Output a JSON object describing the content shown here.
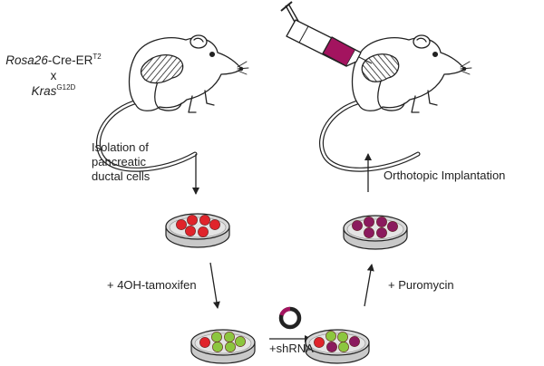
{
  "genotype": {
    "line1_italic": "Rosa26",
    "line1_rest": "-Cre-ER",
    "line1_sup": "T2",
    "line2": "x",
    "line3_italic": "Kras",
    "line3_sup": "G12D"
  },
  "steps": {
    "isolation": [
      "Isolation of",
      "pancreatic",
      "ductal cells"
    ],
    "tamoxifen": "+ 4OH-tamoxifen",
    "shrna": "+shRNA",
    "puromycin": "+ Puromycin",
    "implantation": "Orthotopic Implantation"
  },
  "colors": {
    "red_cell": "#e0242b",
    "green_cell": "#8cc63f",
    "purple_cell": "#8b1a5e",
    "syringe_plunger": "#a3145f",
    "dish_fill": "#d8d8d8",
    "outline": "#222222",
    "plasmid": "#222222",
    "plasmid_insert": "#a3145f"
  },
  "icons": [
    "mouse-icon",
    "pancreas-icon",
    "culture-dish-icon",
    "syringe-icon",
    "plasmid-icon",
    "arrow-icon"
  ]
}
